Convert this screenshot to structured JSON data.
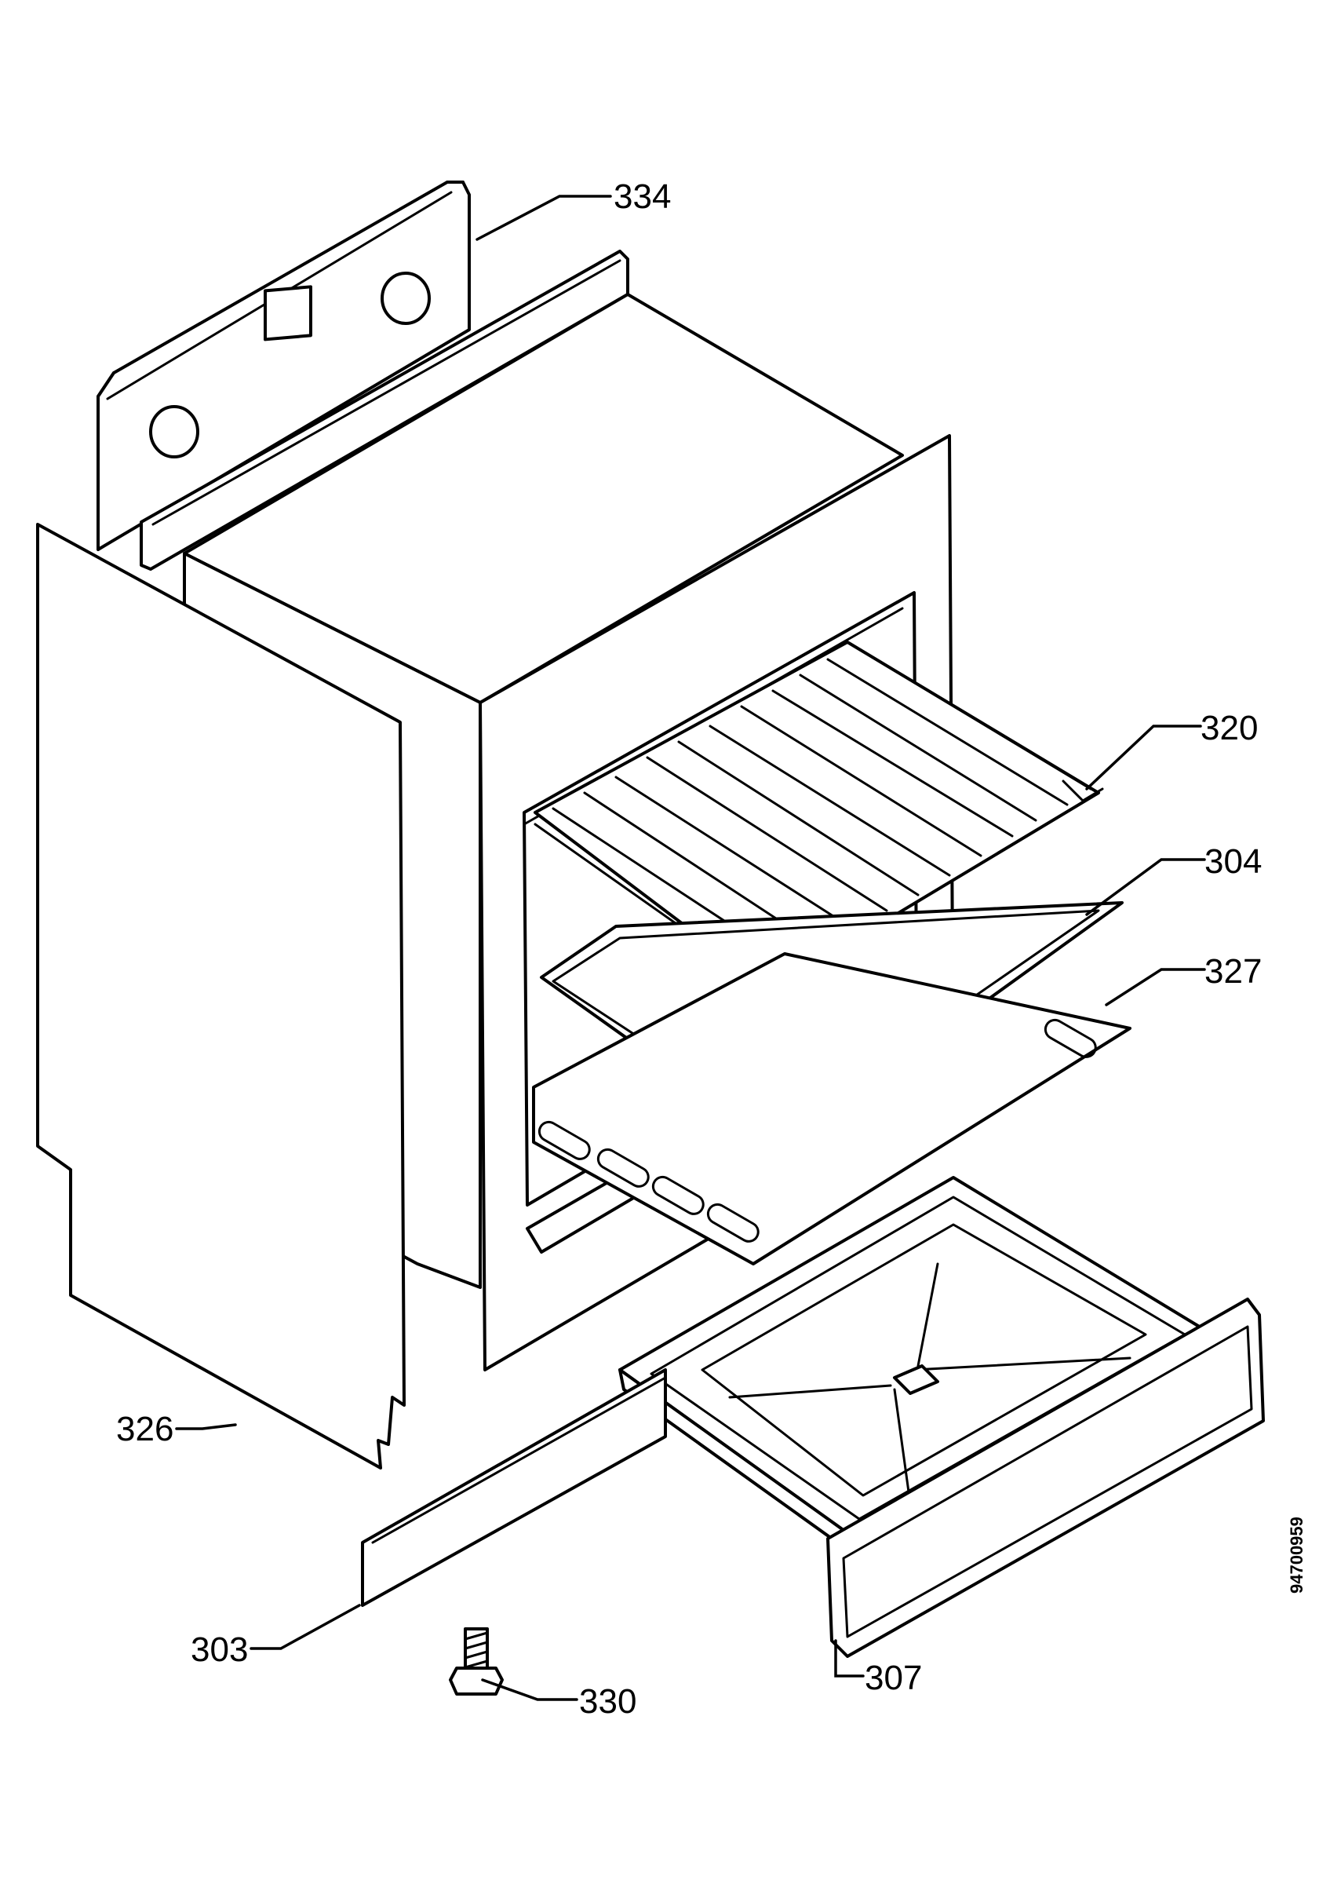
{
  "labels": {
    "back_panel": "334",
    "side_panel": "326",
    "shelf_grid": "320",
    "baking_tray": "304",
    "drip_tray": "327",
    "kick_plate": "303",
    "screw": "330",
    "drawer": "307"
  },
  "document_number": "94700959"
}
